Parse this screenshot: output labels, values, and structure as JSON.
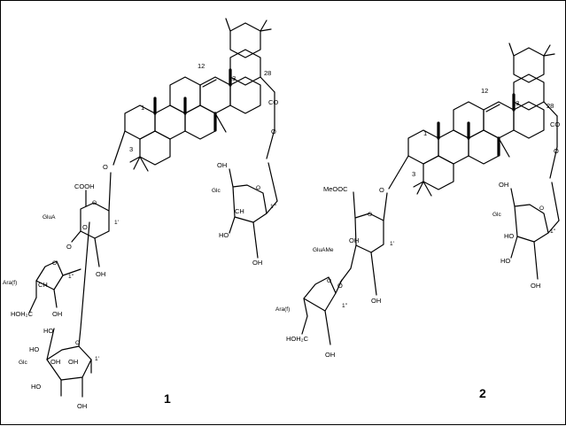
{
  "compound_1": {
    "number": "1",
    "carbon_labels": {
      "c1": "1",
      "c3": "3",
      "c12": "12",
      "c13": "13",
      "c28": "28"
    },
    "ester": {
      "co": "CO",
      "o": "O"
    },
    "aglycone_o": "O",
    "glua": {
      "name": "GluA",
      "cooh": "COOH",
      "anomer": "1'",
      "oh": "OH",
      "ring_o": "O",
      "link_o1": "O",
      "link_o2": "O"
    },
    "ara": {
      "name": "Ara(f)",
      "anomer": "1''",
      "ho_ch2": "HOH₂C",
      "oh_a": "CH",
      "oh_b": "OH",
      "ring_o": "O"
    },
    "glc_lower": {
      "name": "Glc",
      "ho_top": "HO",
      "anomer": "1'",
      "ho_side": "HO",
      "oh1": "OH",
      "oh2": "OH",
      "oh3": "OH",
      "ho_bottom": "HO",
      "ring_o": "O"
    },
    "glc_ester": {
      "name": "Glc",
      "oh_top": "OH",
      "ch": "CH",
      "ho": "HO",
      "anomer": "1'''",
      "oh": "OH",
      "ring_o": "O"
    }
  },
  "compound_2": {
    "number": "2",
    "carbon_labels": {
      "c1": "1",
      "c3": "3",
      "c12": "12",
      "c13": "13",
      "c28": "28"
    },
    "ester": {
      "co": "CO",
      "o": "O"
    },
    "aglycone_o": "O",
    "gluame": {
      "name": "GluAMe",
      "ester": "MeOOC",
      "anomer": "1'",
      "oh1": "OH",
      "oh2": "OH",
      "ring_o": "O",
      "link_o": "O"
    },
    "ara": {
      "name": "Ara(f)",
      "anomer": "1''",
      "ho_ch2": "HOH₂C",
      "oh": "OH",
      "ring_o": "O"
    },
    "glc_ester": {
      "name": "Glc",
      "oh_top": "OH",
      "ho1": "HO",
      "ho2": "HO",
      "anomer": "1''",
      "oh": "OH",
      "ring_o": "O"
    }
  }
}
